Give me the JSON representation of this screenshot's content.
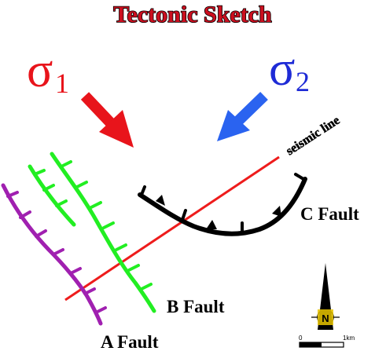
{
  "title": "Tectonic Sketch",
  "stress": {
    "sigma1": {
      "symbol": "σ",
      "subscript": "1",
      "color": "#e8141b"
    },
    "sigma2": {
      "symbol": "σ",
      "subscript": "2",
      "color": "#1e2bd6"
    }
  },
  "labels": {
    "seismic_line": "seismic line",
    "a_fault": "A Fault",
    "b_fault": "B Fault",
    "c_fault": "C Fault"
  },
  "north_arrow": {
    "letter": "N"
  },
  "scale_bar": {
    "start": "0",
    "end": "1km"
  },
  "colors": {
    "title_fill": "#cc0f1f",
    "title_outline": "#000000",
    "seismic_line": "#ee1c1c",
    "a_fault": "#a020b0",
    "b_fault": "#22ee22",
    "c_fault": "#000000",
    "arrow_red": "#e8141b",
    "arrow_blue": "#2a63f0"
  }
}
